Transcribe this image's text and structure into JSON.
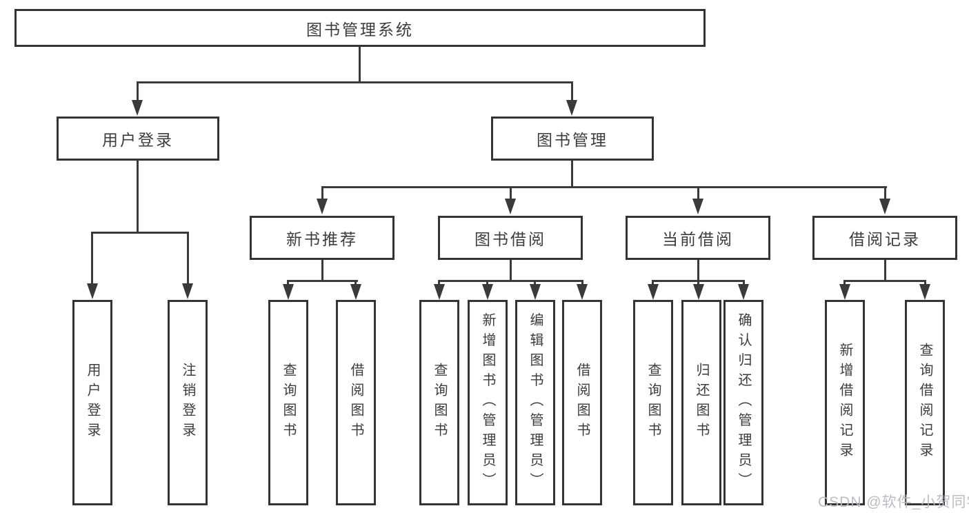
{
  "tree": {
    "root": "图书管理系统",
    "user_login": {
      "label": "用户登录",
      "children": [
        "用户登录",
        "注销登录"
      ]
    },
    "book_mgmt": {
      "label": "图书管理"
    },
    "new_books": {
      "label": "新书推荐",
      "children": [
        "查询图书",
        "借阅图书"
      ]
    },
    "borrowing": {
      "label": "图书借阅",
      "children": [
        "查询图书",
        "新增图书（管理员）",
        "编辑图书（管理员）",
        "借阅图书"
      ]
    },
    "current": {
      "label": "当前借阅",
      "children": [
        "查询图书",
        "归还图书",
        "确认归还（管理员）"
      ]
    },
    "records": {
      "label": "借阅记录",
      "children": [
        "新增借阅记录",
        "查询借阅记录"
      ]
    }
  },
  "watermark": "CSDN @软件_小贺同学",
  "colors": {
    "line": "#3a3a3a",
    "border": "#343434",
    "text": "#3c3c3c",
    "background": "#ffffff",
    "watermark": "#b9b9c1"
  }
}
